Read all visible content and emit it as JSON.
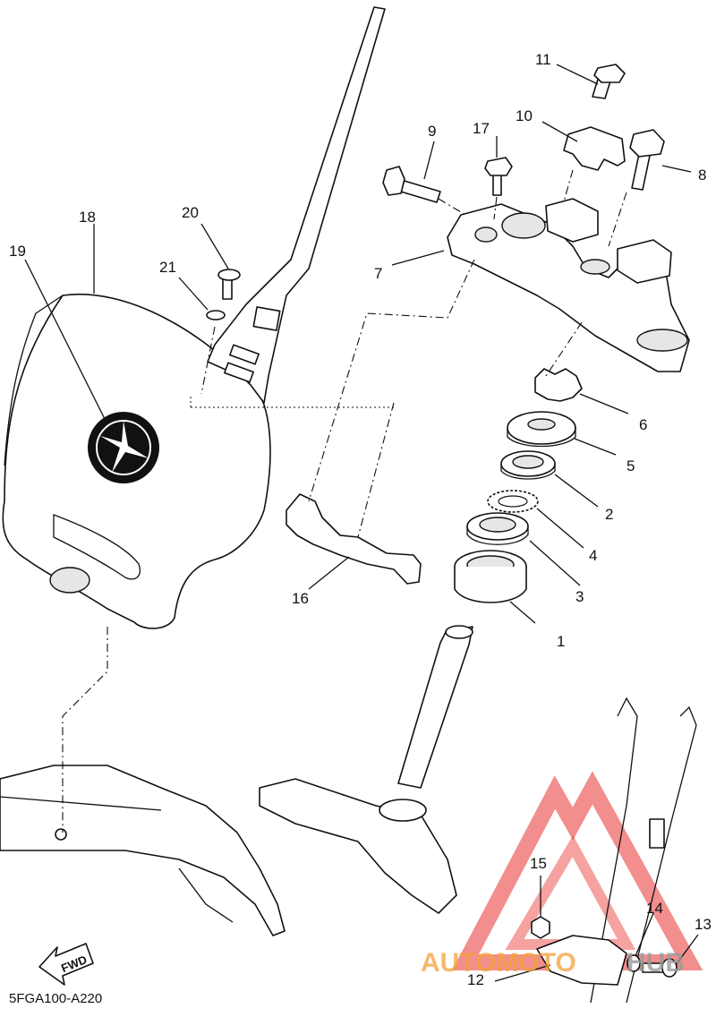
{
  "diagram_code": "5FGA100-A220",
  "fwd_label": "FWD",
  "watermark": {
    "text_orange": "AUTOMOTO",
    "text_grey": "HUB",
    "color_red": "#e8312f",
    "color_orange": "#f2a23a",
    "color_grey": "#9a9a9a"
  },
  "callouts": [
    {
      "id": "c1",
      "label": "1"
    },
    {
      "id": "c2",
      "label": "2"
    },
    {
      "id": "c3",
      "label": "3"
    },
    {
      "id": "c4",
      "label": "4"
    },
    {
      "id": "c5",
      "label": "5"
    },
    {
      "id": "c6",
      "label": "6"
    },
    {
      "id": "c7",
      "label": "7"
    },
    {
      "id": "c8",
      "label": "8"
    },
    {
      "id": "c9",
      "label": "9"
    },
    {
      "id": "c10",
      "label": "10"
    },
    {
      "id": "c11",
      "label": "11"
    },
    {
      "id": "c12",
      "label": "12"
    },
    {
      "id": "c13",
      "label": "13"
    },
    {
      "id": "c14",
      "label": "14"
    },
    {
      "id": "c15",
      "label": "15"
    },
    {
      "id": "c16",
      "label": "16"
    },
    {
      "id": "c17",
      "label": "17"
    },
    {
      "id": "c18",
      "label": "18"
    },
    {
      "id": "c19",
      "label": "19"
    },
    {
      "id": "c20",
      "label": "20"
    },
    {
      "id": "c21",
      "label": "21"
    }
  ]
}
